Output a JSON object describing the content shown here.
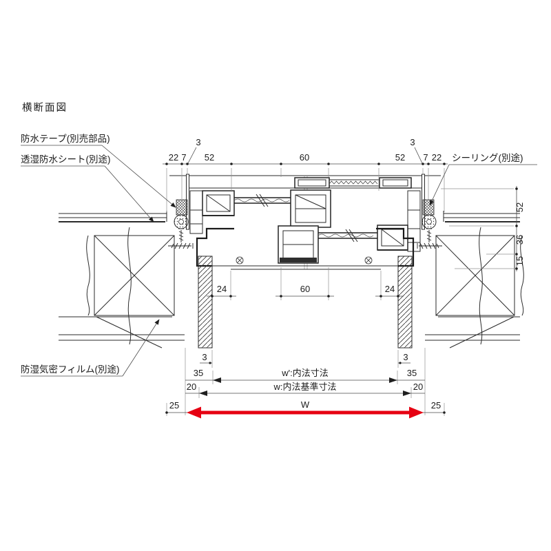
{
  "title": "横断面図",
  "callouts": {
    "waterproof_tape": "防水テープ(別売部品)",
    "breathable_sheet": "透湿防水シート(別途)",
    "sealing": "シーリング(別途)",
    "vapor_barrier_film": "防湿気密フィルム(別途)"
  },
  "dims_top": {
    "a": "22",
    "b": "7",
    "c": "52",
    "d": "3",
    "e": "60",
    "f": "52",
    "g": "7",
    "h": "22",
    "i": "3"
  },
  "dims_right": {
    "a": "52",
    "b": "36",
    "c": "15"
  },
  "dims_mid": {
    "a": "24",
    "b": "60",
    "c": "24"
  },
  "dims_bottom": {
    "a": "3",
    "b": "3",
    "c": "35",
    "d": "35",
    "e": "20",
    "f": "20",
    "g": "25",
    "h": "25",
    "w_inner_label": "w':内法寸法",
    "w_base_label": "w:内法基準寸法",
    "w_label": "W"
  },
  "colors": {
    "red": "#e60012"
  }
}
